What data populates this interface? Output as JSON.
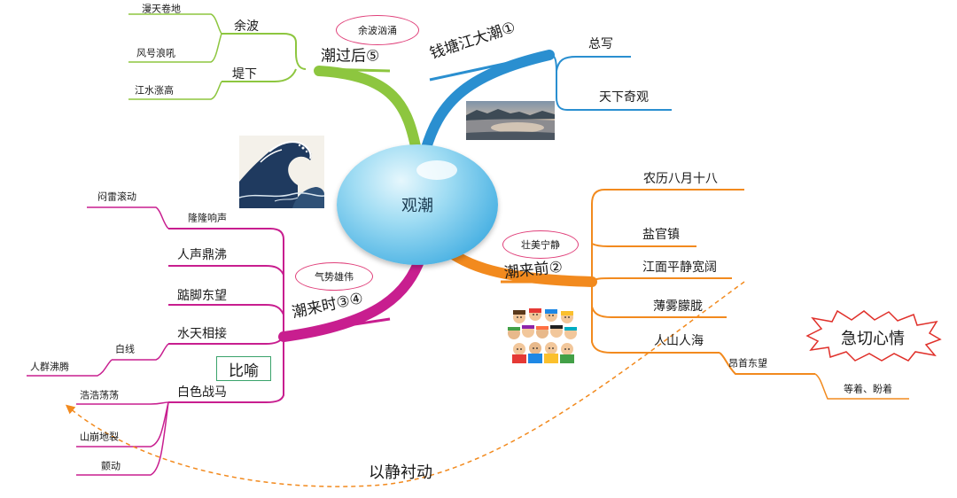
{
  "center": {
    "label": "观潮"
  },
  "branches": {
    "b1": {
      "title": "钱塘江大潮①",
      "children": [
        "总写",
        "天下奇观"
      ]
    },
    "b2": {
      "title": "潮来前②",
      "tag": "壮美宁静",
      "children": [
        "农历八月十八",
        "盐官镇",
        "江面平静宽阔",
        "薄雾朦胧",
        "人山人海"
      ],
      "sub": {
        "label": "昂首东望",
        "child": "等着、盼着"
      }
    },
    "b3": {
      "title": "潮来时③④",
      "tag": "气势雄伟",
      "children": [
        "人声鼎沸",
        "踮脚东望",
        "水天相接",
        "白色战马"
      ],
      "rumble": {
        "label": "隆隆响声",
        "child": "闷雷滚动"
      },
      "whiteline": {
        "label": "白线",
        "child": "人群沸腾"
      },
      "horse_children": [
        "浩浩荡荡",
        "山崩地裂",
        "颤动"
      ]
    },
    "b5": {
      "title": "潮过后⑤",
      "tag": "余波汹涌",
      "children": [
        {
          "label": "余波",
          "sub": [
            "漫天卷地",
            "风号浪吼"
          ]
        },
        {
          "label": "堤下",
          "sub": [
            "江水涨高"
          ]
        }
      ]
    }
  },
  "annotations": {
    "metaphor": "比喻",
    "eager": "急切心情",
    "contrast": "以静衬动"
  },
  "colors": {
    "blue": "#2a8fd0",
    "orange": "#f28a1e",
    "magenta": "#c81e8f",
    "green": "#8dc63f",
    "dash": "#f28a1e",
    "oval_border": "#e0407a"
  },
  "icons": {
    "wave": "great-wave-picture",
    "river": "river-dusk-photo",
    "crowd": "crowd-cartoon",
    "burst": "starburst-shape"
  }
}
